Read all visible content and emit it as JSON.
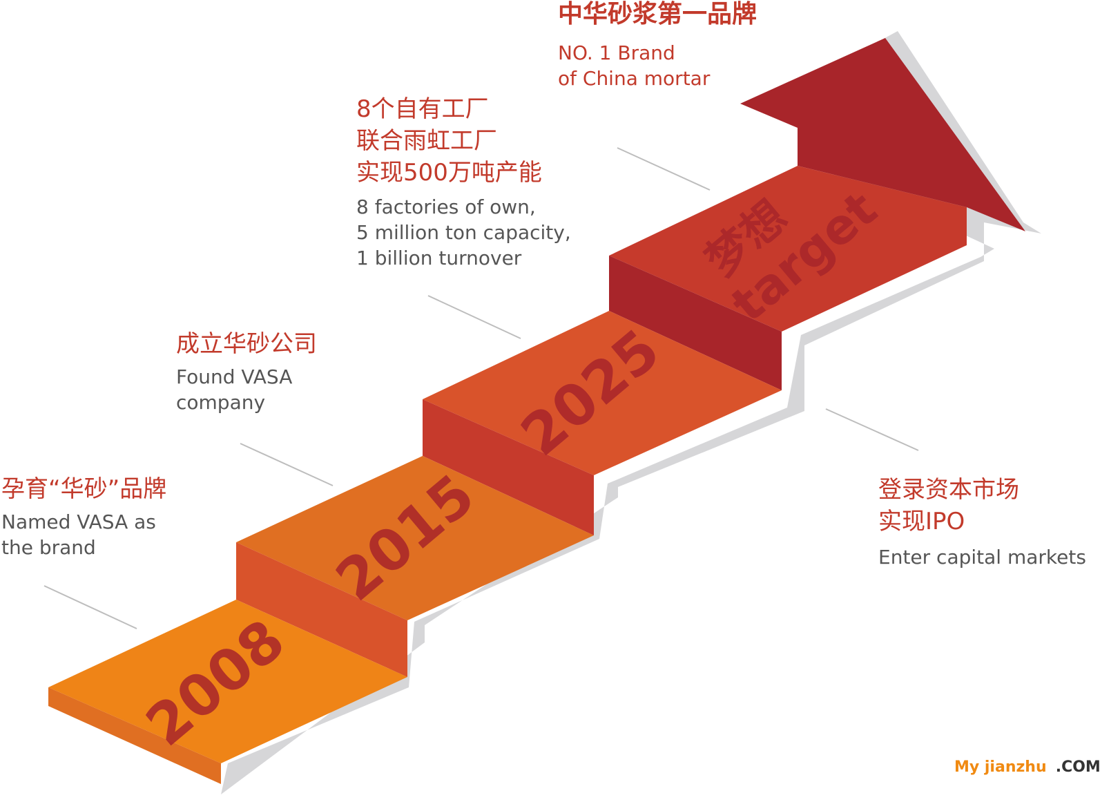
{
  "colors": {
    "step1": "#ef8417",
    "step2": "#e06f22",
    "step3": "#d9532b",
    "step4": "#c63a2c",
    "arrow": "#a8252a",
    "riser_dark": "#a8252a",
    "shadow": "#d6d6d8",
    "text_red": "#c23a2b",
    "text_gray": "#555555"
  },
  "steps": [
    {
      "label": "2008"
    },
    {
      "label": "2015"
    },
    {
      "label": "2025"
    },
    {
      "label_zh": "梦想",
      "label_en": "target"
    }
  ],
  "milestones": [
    {
      "zh": [
        "孕育“华砂”品牌"
      ],
      "en": [
        "Named VASA as",
        "the brand"
      ]
    },
    {
      "zh": [
        "成立华砂公司"
      ],
      "en": [
        "Found VASA",
        "company"
      ]
    },
    {
      "zh": [
        "8个自有工厂",
        "联合雨虹工厂",
        "实现500万吨产能"
      ],
      "en": [
        "8 factories of own,",
        "5 million ton capacity,",
        "1 billion turnover"
      ]
    },
    {
      "zh": [
        "中华砂浆第一品牌"
      ],
      "en": [
        "NO. 1 Brand",
        "of China mortar"
      ]
    },
    {
      "zh": [
        "登录资本市场",
        "实现IPO"
      ],
      "en": [
        "Enter capital markets"
      ]
    }
  ],
  "watermark": {
    "part1": "My jianzhu",
    "part2": ".COM"
  }
}
